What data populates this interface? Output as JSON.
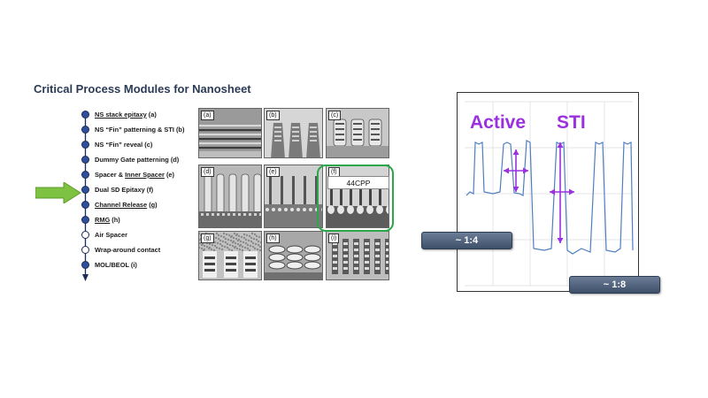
{
  "title": "Critical Process Modules for Nanosheet",
  "process_steps": [
    {
      "pre": "",
      "u": "NS stack epitaxy",
      "post": " (a)",
      "hollow": false
    },
    {
      "pre": "NS “Fin” patterning & STI (b)",
      "u": "",
      "post": "",
      "hollow": false
    },
    {
      "pre": "NS “Fin” reveal (c)",
      "u": "",
      "post": "",
      "hollow": false
    },
    {
      "pre": "Dummy Gate patterning (d)",
      "u": "",
      "post": "",
      "hollow": false
    },
    {
      "pre": "Spacer & ",
      "u": "Inner Spacer",
      "post": " (e)",
      "hollow": false
    },
    {
      "pre": "Dual SD Epitaxy (f)",
      "u": "",
      "post": "",
      "hollow": false
    },
    {
      "pre": "",
      "u": "Channel Release",
      "post": " (g)",
      "hollow": false
    },
    {
      "pre": "",
      "u": "RMG",
      "post": " (h)",
      "hollow": false
    },
    {
      "pre": "Air Spacer",
      "u": "",
      "post": "",
      "hollow": true
    },
    {
      "pre": "Wrap-around contact",
      "u": "",
      "post": "",
      "hollow": true
    },
    {
      "pre": "MOL/BEOL (i)",
      "u": "",
      "post": "",
      "hollow": false
    }
  ],
  "panels": [
    {
      "label": "(a)",
      "kind": "stack"
    },
    {
      "label": "(b)",
      "kind": "fins"
    },
    {
      "label": "(c)",
      "kind": "reveal"
    },
    {
      "label": "(d)",
      "kind": "gates"
    },
    {
      "label": "(e)",
      "kind": "spacer"
    },
    {
      "label": "(f)",
      "kind": "epi"
    },
    {
      "label": "(g)",
      "kind": "release"
    },
    {
      "label": "(h)",
      "kind": "rmg"
    },
    {
      "label": "(i)",
      "kind": "beol"
    }
  ],
  "highlight_label": "44CPP",
  "chart": {
    "active_label": "Active",
    "sti_label": "STI",
    "accent": "#9b30e0",
    "trace_color": "#4f7fc0"
  },
  "ratio_small": "~ 1:4",
  "ratio_large": "~ 1:8",
  "colors": {
    "arrow": "#7ec242",
    "highlight": "#2aa84a"
  }
}
